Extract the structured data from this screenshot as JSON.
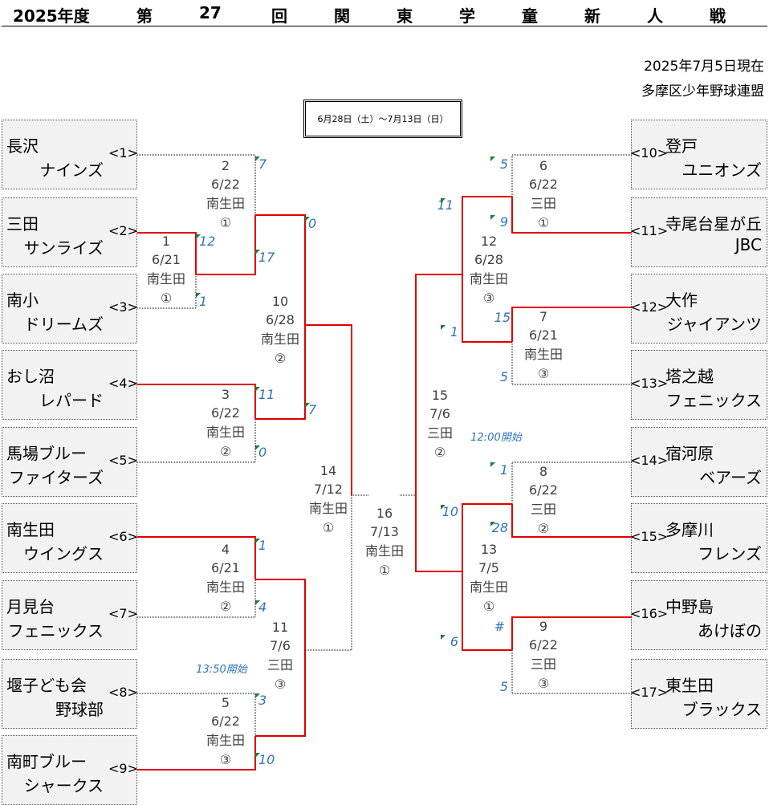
{
  "title": {
    "year": "2025年度",
    "chars": [
      "第",
      "27",
      "回",
      "関",
      "東",
      "学",
      "童",
      "新",
      "人",
      "戦"
    ]
  },
  "status_date": "2025年7月5日現在",
  "organizer": "多摩区少年野球連盟",
  "period": "6月28日（土）～7月13日（日）",
  "teams_left": [
    {
      "num": "<1>",
      "line1": "長沢",
      "line2": "ナインズ"
    },
    {
      "num": "<2>",
      "line1": "三田",
      "line2": "サンライズ"
    },
    {
      "num": "<3>",
      "line1": "南小",
      "line2": "ドリームズ"
    },
    {
      "num": "<4>",
      "line1": "おし沼",
      "line2": "レパード"
    },
    {
      "num": "<5>",
      "line1": "馬場ブルー",
      "line2": "ファイターズ"
    },
    {
      "num": "<6>",
      "line1": "南生田",
      "line2": "ウイングス"
    },
    {
      "num": "<7>",
      "line1": "月見台",
      "line2": "フェニックス"
    },
    {
      "num": "<8>",
      "line1": "堰子ども会",
      "line2": "野球部"
    },
    {
      "num": "<9>",
      "line1": "南町ブルー",
      "line2": "シャークス"
    }
  ],
  "teams_right": [
    {
      "num": "<10>",
      "line1": "登戸",
      "line2": "ユニオンズ"
    },
    {
      "num": "<11>",
      "line1": "寺尾台星が丘",
      "line2": "JBC"
    },
    {
      "num": "<12>",
      "line1": "大作",
      "line2": "ジャイアンツ"
    },
    {
      "num": "<13>",
      "line1": "塔之越",
      "line2": "フェニックス"
    },
    {
      "num": "<14>",
      "line1": "宿河原",
      "line2": "ベアーズ"
    },
    {
      "num": "<15>",
      "line1": "多摩川",
      "line2": "フレンズ"
    },
    {
      "num": "<16>",
      "line1": "中野島",
      "line2": "あけぼの"
    },
    {
      "num": "<17>",
      "line1": "東生田",
      "line2": "ブラックス"
    }
  ],
  "games": [
    {
      "no": "1",
      "date": "6/21",
      "field": "南生田",
      "court": "①"
    },
    {
      "no": "2",
      "date": "6/22",
      "field": "南生田",
      "court": "①"
    },
    {
      "no": "3",
      "date": "6/22",
      "field": "南生田",
      "court": "②"
    },
    {
      "no": "4",
      "date": "6/21",
      "field": "南生田",
      "court": "②"
    },
    {
      "no": "5",
      "date": "6/22",
      "field": "南生田",
      "court": "③"
    },
    {
      "no": "6",
      "date": "6/22",
      "field": "三田",
      "court": "①"
    },
    {
      "no": "7",
      "date": "6/21",
      "field": "南生田",
      "court": "③"
    },
    {
      "no": "8",
      "date": "6/22",
      "field": "三田",
      "court": "②"
    },
    {
      "no": "9",
      "date": "6/22",
      "field": "三田",
      "court": "③"
    },
    {
      "no": "10",
      "date": "6/28",
      "field": "南生田",
      "court": "②"
    },
    {
      "no": "11",
      "date": "7/6",
      "field": "三田",
      "court": "③"
    },
    {
      "no": "12",
      "date": "6/28",
      "field": "南生田",
      "court": "③"
    },
    {
      "no": "13",
      "date": "7/5",
      "field": "南生田",
      "court": "①"
    },
    {
      "no": "14",
      "date": "7/12",
      "field": "南生田",
      "court": "①"
    },
    {
      "no": "15",
      "date": "7/6",
      "field": "三田",
      "court": "②"
    },
    {
      "no": "16",
      "date": "7/13",
      "field": "南生田",
      "court": "①"
    }
  ],
  "scores": {
    "g1_top": "12",
    "g1_bottom": "1",
    "g2_top": "7",
    "g2_bottom": "17",
    "g3_top": "11",
    "g3_bottom": "0",
    "g4_top": "1",
    "g4_bottom": "4",
    "g5_top": "3",
    "g5_bottom": "10",
    "g10_top": "0",
    "g10_bottom": "7",
    "g6_top": "5",
    "g6_bottom": "9",
    "g7_top": "15",
    "g7_bottom": "5",
    "g12_top": "11",
    "g12_bottom": "1",
    "g8_top": "1",
    "g8_bottom": "28",
    "g9_top": "#",
    "g9_bottom": "5",
    "g13_top": "10",
    "g13_bottom": "6"
  },
  "notes": {
    "start_1350": "13:50開始",
    "start_1200": "12:00開始"
  },
  "colors": {
    "win_line": "#e00000",
    "plain_line": "#000000",
    "score_text": "#2e75b6",
    "marker": "#1e7e34",
    "team_bg": "#f2f2f2"
  }
}
